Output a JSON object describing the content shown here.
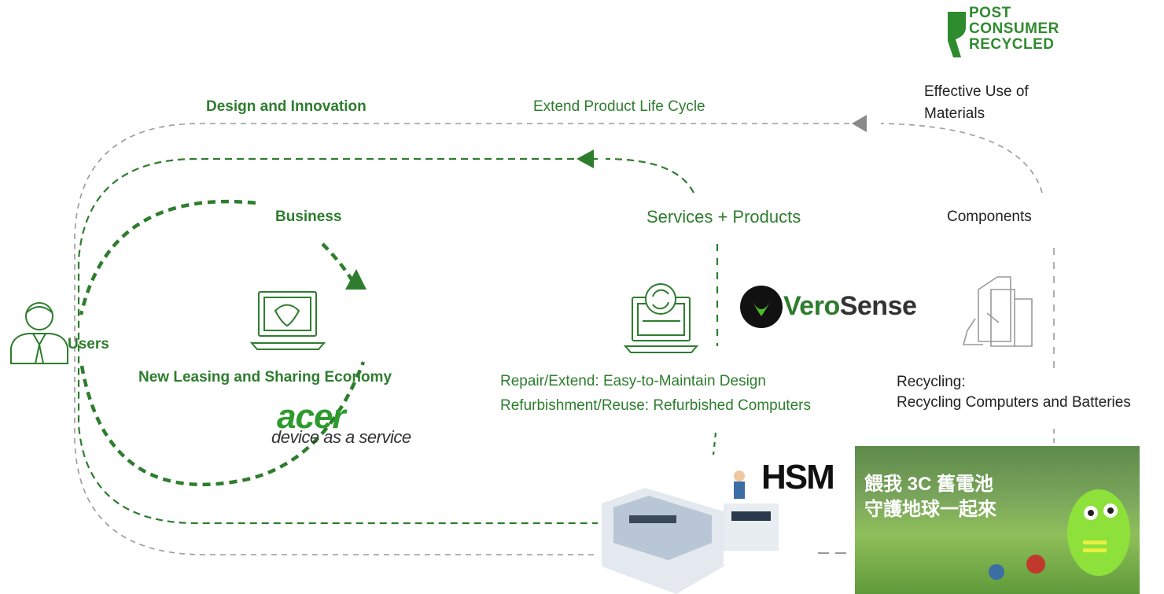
{
  "top_labels": {
    "design_innovation": "Design and Innovation",
    "extend_life": "Extend Product Life Cycle",
    "effective_use": "Effective Use of Materials"
  },
  "mid_labels": {
    "business": "Business",
    "services_products": "Services + Products",
    "components": "Components",
    "users": "Users"
  },
  "nodes": {
    "leasing": "New Leasing and Sharing Economy",
    "repair": "Repair/Extend: Easy-to-Maintain Design",
    "refurb": "Refurbishment/Reuse: Refurbished Computers",
    "recycling_title": "Recycling:",
    "recycling_desc": "Recycling Computers and Batteries"
  },
  "logos": {
    "pcr_line1": "POST",
    "pcr_line2": "CONSUMER",
    "pcr_line3": "RECYCLED",
    "verosense_a": "Vero",
    "verosense_b": "Sense",
    "acer": "acer",
    "acer_sub": "device as a service",
    "hsm": "HSM"
  },
  "photo_text": {
    "line1": "餵我 3C 舊電池",
    "line2": "守護地球一起來"
  },
  "colors": {
    "green": "#2e7d2e",
    "gray_line": "#9a9a9a",
    "text_dark": "#222222"
  }
}
